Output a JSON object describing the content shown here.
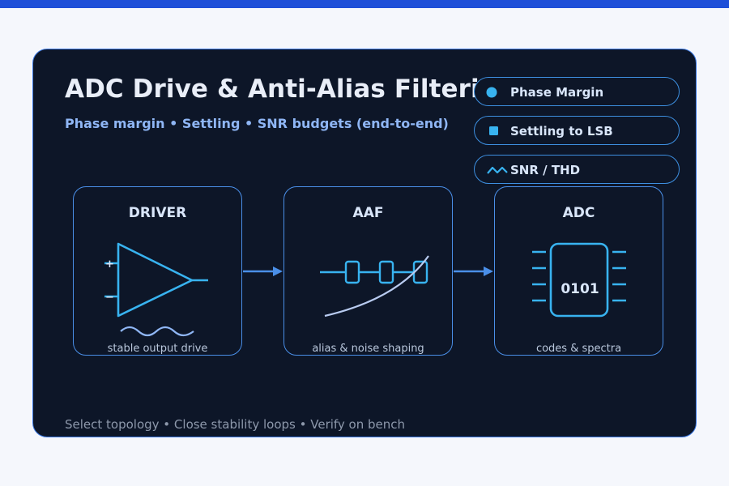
{
  "header": {
    "title": "ADC Drive & Anti-Alias Filtering",
    "subtitle": "Phase margin • Settling • SNR budgets (end-to-end)"
  },
  "legend": [
    {
      "label": "Phase Margin",
      "icon": "dot-icon"
    },
    {
      "label": "Settling to LSB",
      "icon": "square-icon"
    },
    {
      "label": "SNR / THD",
      "icon": "wave-icon"
    }
  ],
  "blocks": [
    {
      "title": "DRIVER",
      "caption": "stable output drive",
      "plus": "+",
      "minus": "−"
    },
    {
      "title": "AAF",
      "caption": "alias & noise shaping"
    },
    {
      "title": "ADC",
      "caption": "codes & spectra",
      "chip_text": "0101"
    }
  ],
  "footer": "Select topology • Close stability loops • Verify on bench",
  "colors": {
    "accent": "#38b3f0",
    "border": "#4a8fe8",
    "card_bg": "#0d1628",
    "top_bar": "#1e4fd8",
    "page_bg": "#f5f7fc"
  }
}
